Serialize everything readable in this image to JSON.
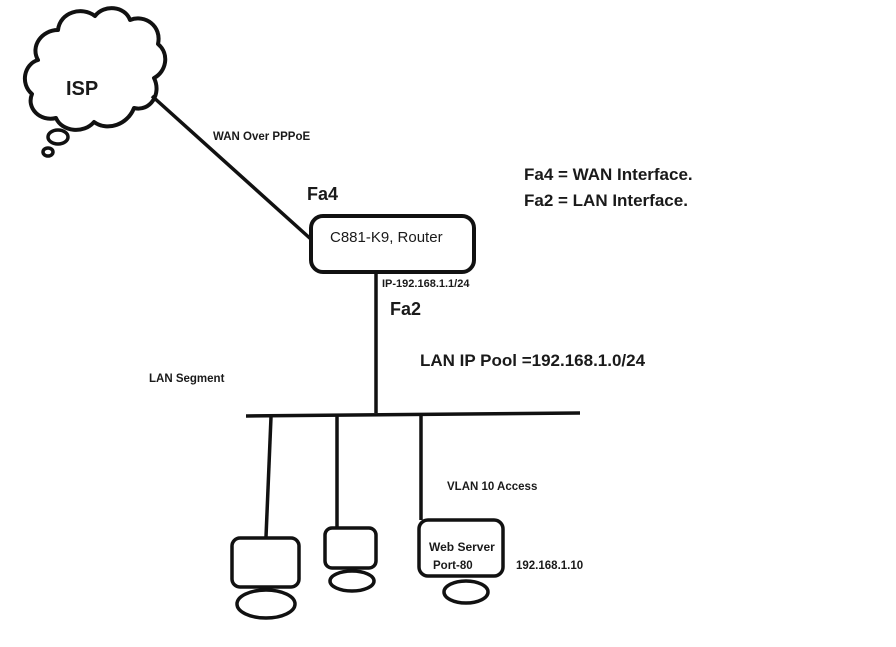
{
  "isp": {
    "label": "ISP"
  },
  "wan": {
    "link_label": "WAN Over PPPoE",
    "port_label": "Fa4"
  },
  "router": {
    "label": "C881-K9, Router",
    "ip_label": "IP-192.168.1.1/24",
    "lan_port_label": "Fa2"
  },
  "legend": {
    "line1": "Fa4 = WAN Interface.",
    "line2": "Fa2 = LAN Interface."
  },
  "lan": {
    "pool_label": "LAN IP Pool =192.168.1.0/24",
    "segment_label": "LAN Segment",
    "vlan_label": "VLAN 10 Access"
  },
  "web_server": {
    "name": "Web Server",
    "port": "Port-80",
    "ip": "192.168.1.10"
  }
}
